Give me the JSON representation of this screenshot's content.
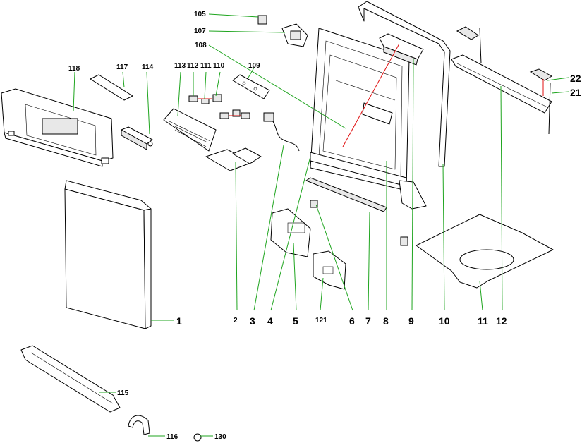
{
  "callouts": {
    "c105": "105",
    "c107": "107",
    "c108": "108",
    "c109": "109",
    "c110": "110",
    "c111": "111",
    "c112": "112",
    "c113": "113",
    "c114": "114",
    "c117": "117",
    "c118": "118",
    "c1": "1",
    "c2": "2",
    "c3": "3",
    "c4": "4",
    "c5": "5",
    "c121": "121",
    "c6": "6",
    "c7": "7",
    "c8": "8",
    "c9": "9",
    "c10": "10",
    "c11": "11",
    "c12": "12",
    "c21": "21",
    "c22": "22",
    "c115": "115",
    "c116": "116",
    "c130": "130"
  },
  "colors": {
    "leader_line": "#1fa51f",
    "wire": "#e01010",
    "outline": "#000000"
  }
}
